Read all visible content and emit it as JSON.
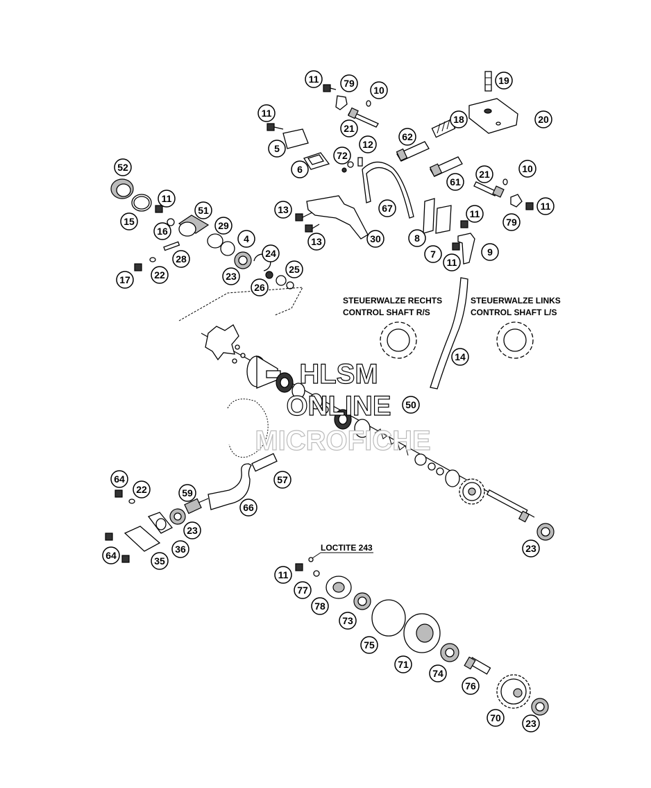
{
  "labels": {
    "rechts_de": "STEUERWALZE RECHTS",
    "rechts_en": "CONTROL SHAFT R/S",
    "links_de": "STEUERWALZE LINKS",
    "links_en": "CONTROL SHAFT L/S",
    "loctite": "LOCTITE 243"
  },
  "watermark": {
    "line1": "HLSM",
    "line2": "ONLINE",
    "line3": "MICROFICHE"
  },
  "callouts": [
    "11",
    "79",
    "10",
    "19",
    "11",
    "21",
    "20",
    "18",
    "5",
    "62",
    "12",
    "72",
    "6",
    "21",
    "10",
    "52",
    "11",
    "61",
    "11",
    "67",
    "15",
    "51",
    "13",
    "29",
    "16",
    "4",
    "30",
    "11",
    "79",
    "8",
    "7",
    "9",
    "11",
    "13",
    "24",
    "28",
    "17",
    "22",
    "25",
    "23",
    "26",
    "14",
    "50",
    "57",
    "64",
    "22",
    "59",
    "66",
    "23",
    "36",
    "64",
    "35",
    "23",
    "11",
    "77",
    "78",
    "73",
    "75",
    "71",
    "74",
    "76",
    "70",
    "23"
  ]
}
